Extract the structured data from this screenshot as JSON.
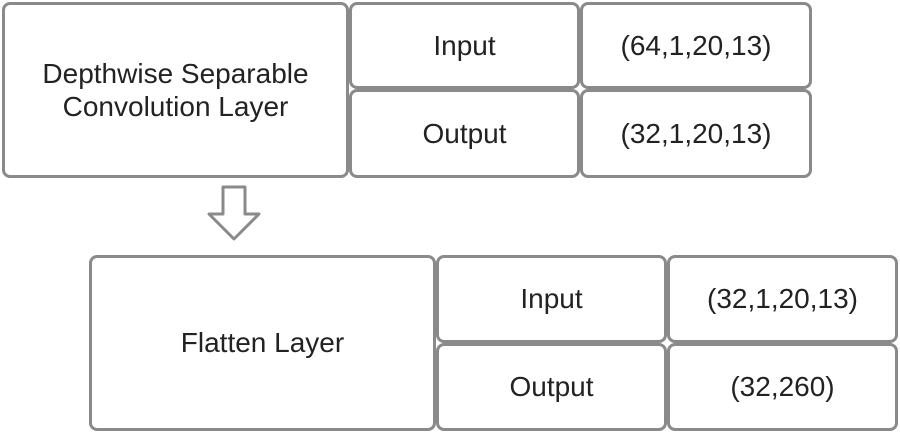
{
  "layers": [
    {
      "name_lines": [
        "Depthwise Separable",
        "Convolution Layer"
      ],
      "input_label": "Input",
      "input_shape": "(64,1,20,13)",
      "output_label": "Output",
      "output_shape": "(32,1,20,13)"
    },
    {
      "name_lines": [
        "Flatten Layer"
      ],
      "input_label": "Input",
      "input_shape": "(32,1,20,13)",
      "output_label": "Output",
      "output_shape": "(32,260)"
    }
  ],
  "colors": {
    "stroke": "#8a8a8a",
    "text": "#222222",
    "background": "#ffffff"
  },
  "connector_icon": "down-arrow-icon"
}
